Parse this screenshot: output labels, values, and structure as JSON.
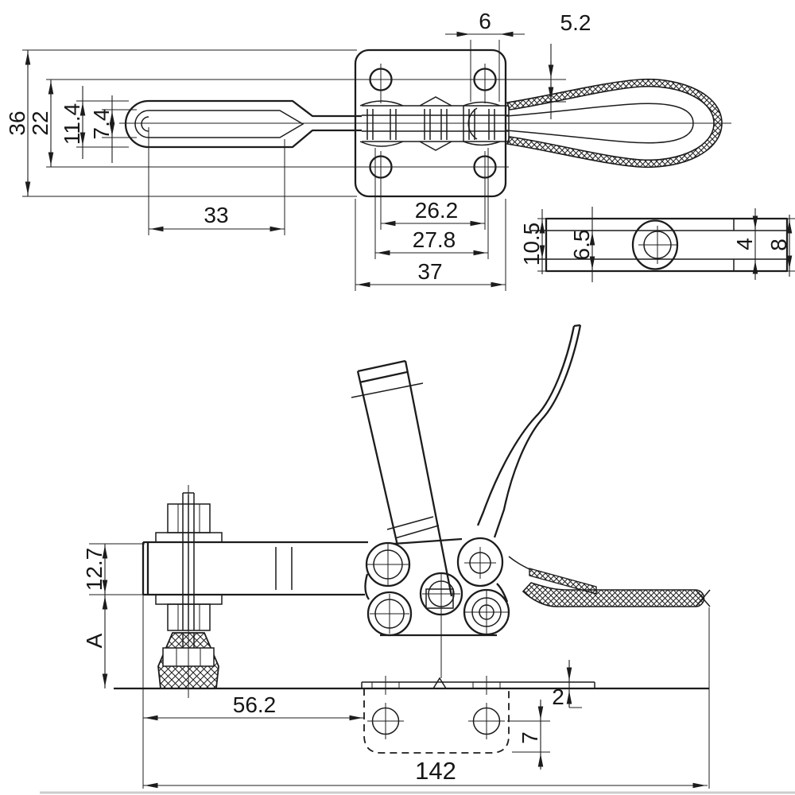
{
  "colors": {
    "ink": "#1c1c1c",
    "paper": "#ffffff",
    "footer_rule": "#cccccc"
  },
  "views": {
    "arm_plan": {
      "dims": {
        "plate_height": "36",
        "window_height": "22",
        "arm_width": "11.4",
        "slot_width": "7.4",
        "slot_length": "33"
      }
    },
    "base_plan": {
      "dims": {
        "boss_width": "6",
        "handle_offset": "5.2",
        "hole_pitch": "26.2",
        "pin_span": "27.8",
        "plate_width": "37"
      }
    },
    "drawbar_detail": {
      "dims": {
        "end_width": "10.5",
        "slot_width": "6.5",
        "tip_slot_width": "4",
        "tip_width": "8"
      }
    },
    "side_elevation": {
      "dims": {
        "arm_thickness": "12.7",
        "spindle_height": "A",
        "bolt_to_plate": "56.2",
        "flange_thickness": "2",
        "hole_to_edge": "7",
        "overall_length": "142"
      }
    }
  }
}
